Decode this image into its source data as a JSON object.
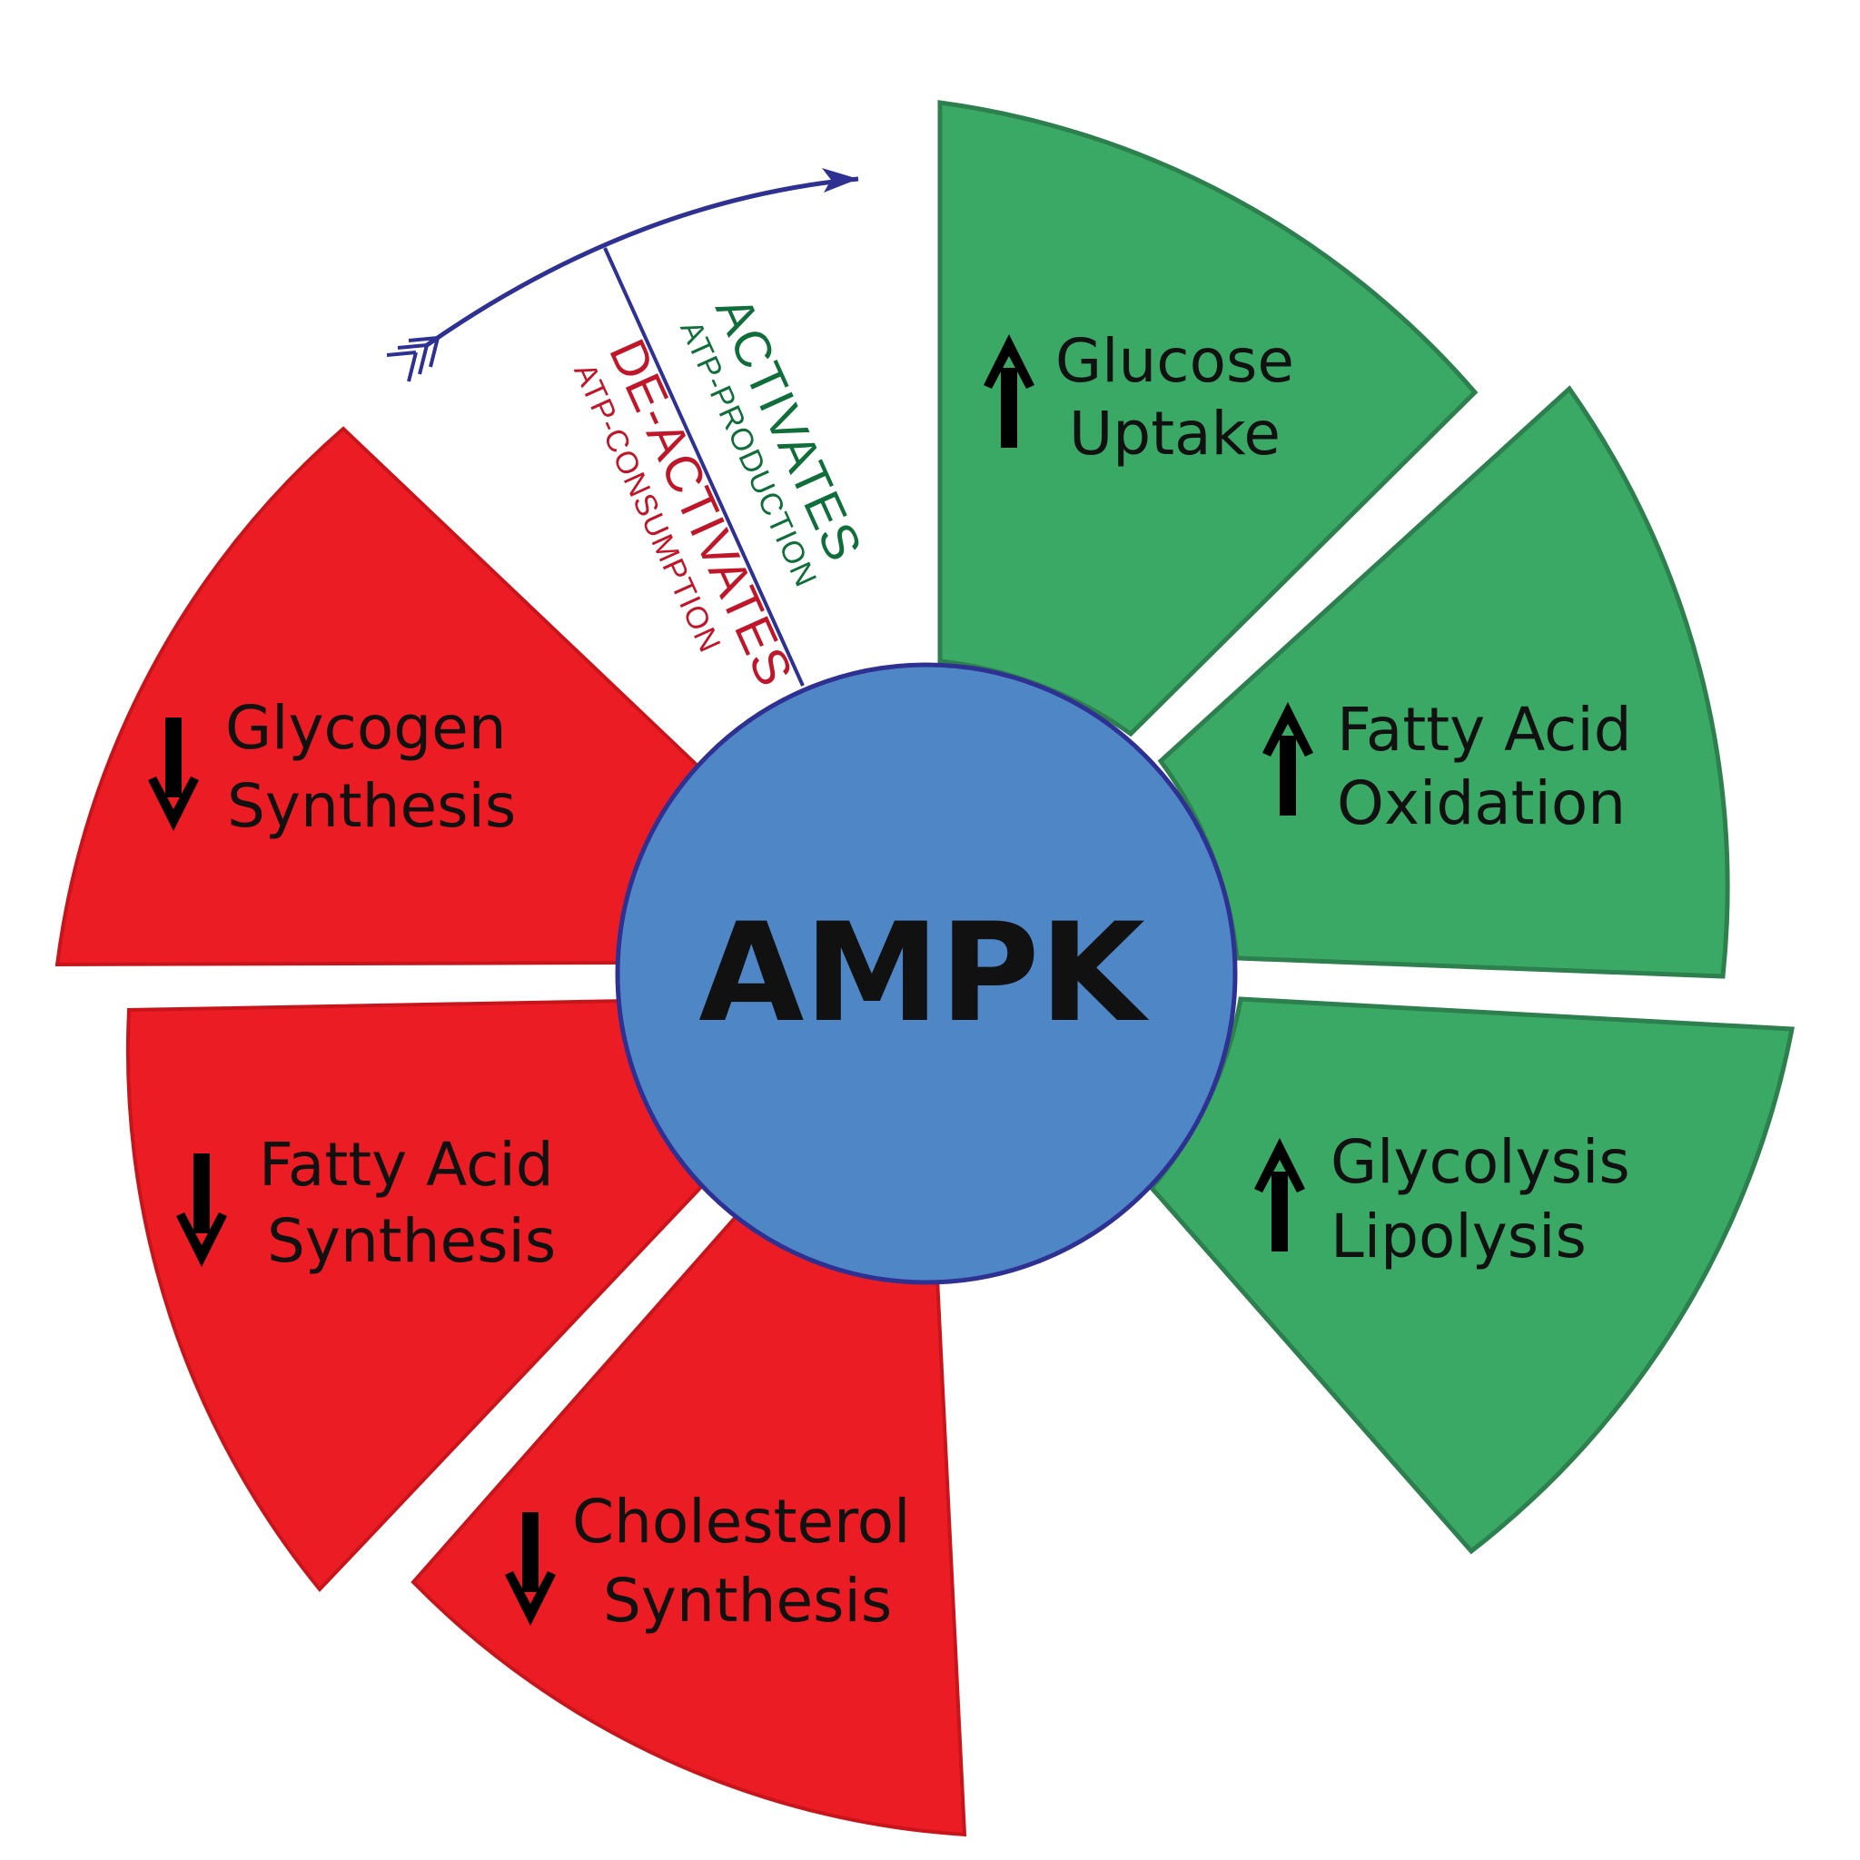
{
  "center": {
    "label": "AMPK",
    "color": "#4f86c6"
  },
  "colors": {
    "activated_fill": "#3aa966",
    "activated_stroke": "#2d7f4e",
    "deactivated_fill": "#ec1c24",
    "deactivated_stroke": "#c8151c",
    "arc_arrow": "#2e3192",
    "activates_text": "#0f6e3a",
    "deactivates_text": "#c0162a"
  },
  "legend": {
    "activates": "ACTIVATES",
    "activates_sub": "ATP-PRODUCTION",
    "deactivates": "DE-ACTIVATES",
    "deactivates_sub": "ATP-CONSUMPTION"
  },
  "segments": [
    {
      "id": "glucose-uptake",
      "direction": "up",
      "line1": "Glucose",
      "line2": "Uptake"
    },
    {
      "id": "fatty-acid-oxidation",
      "direction": "up",
      "line1": "Fatty Acid",
      "line2": "Oxidation"
    },
    {
      "id": "glycolysis-lipolysis",
      "direction": "up",
      "line1": "Glycolysis",
      "line2": "Lipolysis"
    },
    {
      "id": "cholesterol-synthesis",
      "direction": "down",
      "line1": "Cholesterol",
      "line2": "Synthesis"
    },
    {
      "id": "fatty-acid-synthesis",
      "direction": "down",
      "line1": "Fatty Acid",
      "line2": "Synthesis"
    },
    {
      "id": "glycogen-synthesis",
      "direction": "down",
      "line1": "Glycogen",
      "line2": "Synthesis"
    }
  ]
}
